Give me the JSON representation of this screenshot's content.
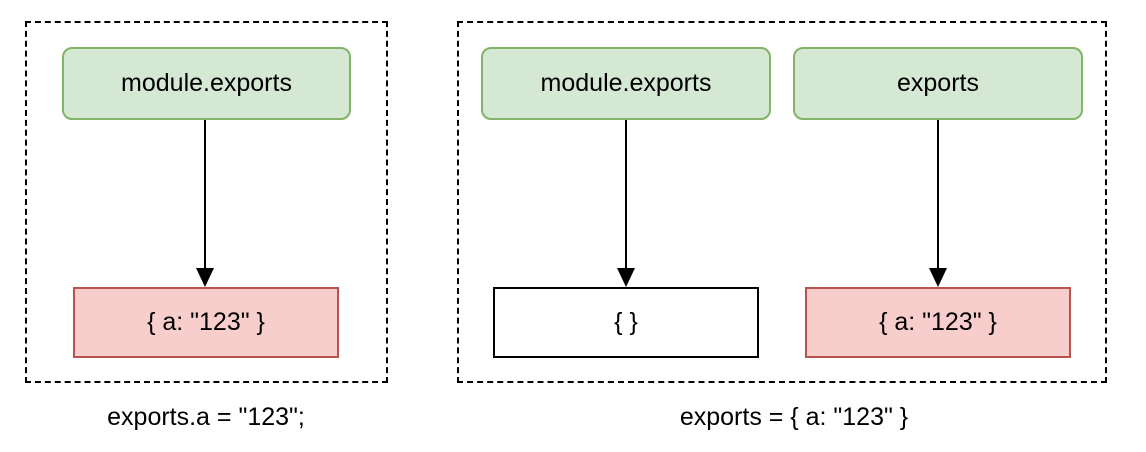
{
  "colors": {
    "green_fill": "#d5e8d4",
    "green_stroke": "#82b366",
    "red_fill": "#f8cecc",
    "red_stroke": "#b85450",
    "white_fill": "#ffffff",
    "black_stroke": "#000000"
  },
  "left_panel": {
    "source_label": "module.exports",
    "target_label": "{ a: \"123\" }",
    "caption": "exports.a = \"123\";"
  },
  "right_panel": {
    "module_exports_label": "module.exports",
    "exports_label": "exports",
    "empty_object_label": "{ }",
    "object_label": "{ a: \"123\" }",
    "caption": "exports = { a: \"123\" }"
  }
}
